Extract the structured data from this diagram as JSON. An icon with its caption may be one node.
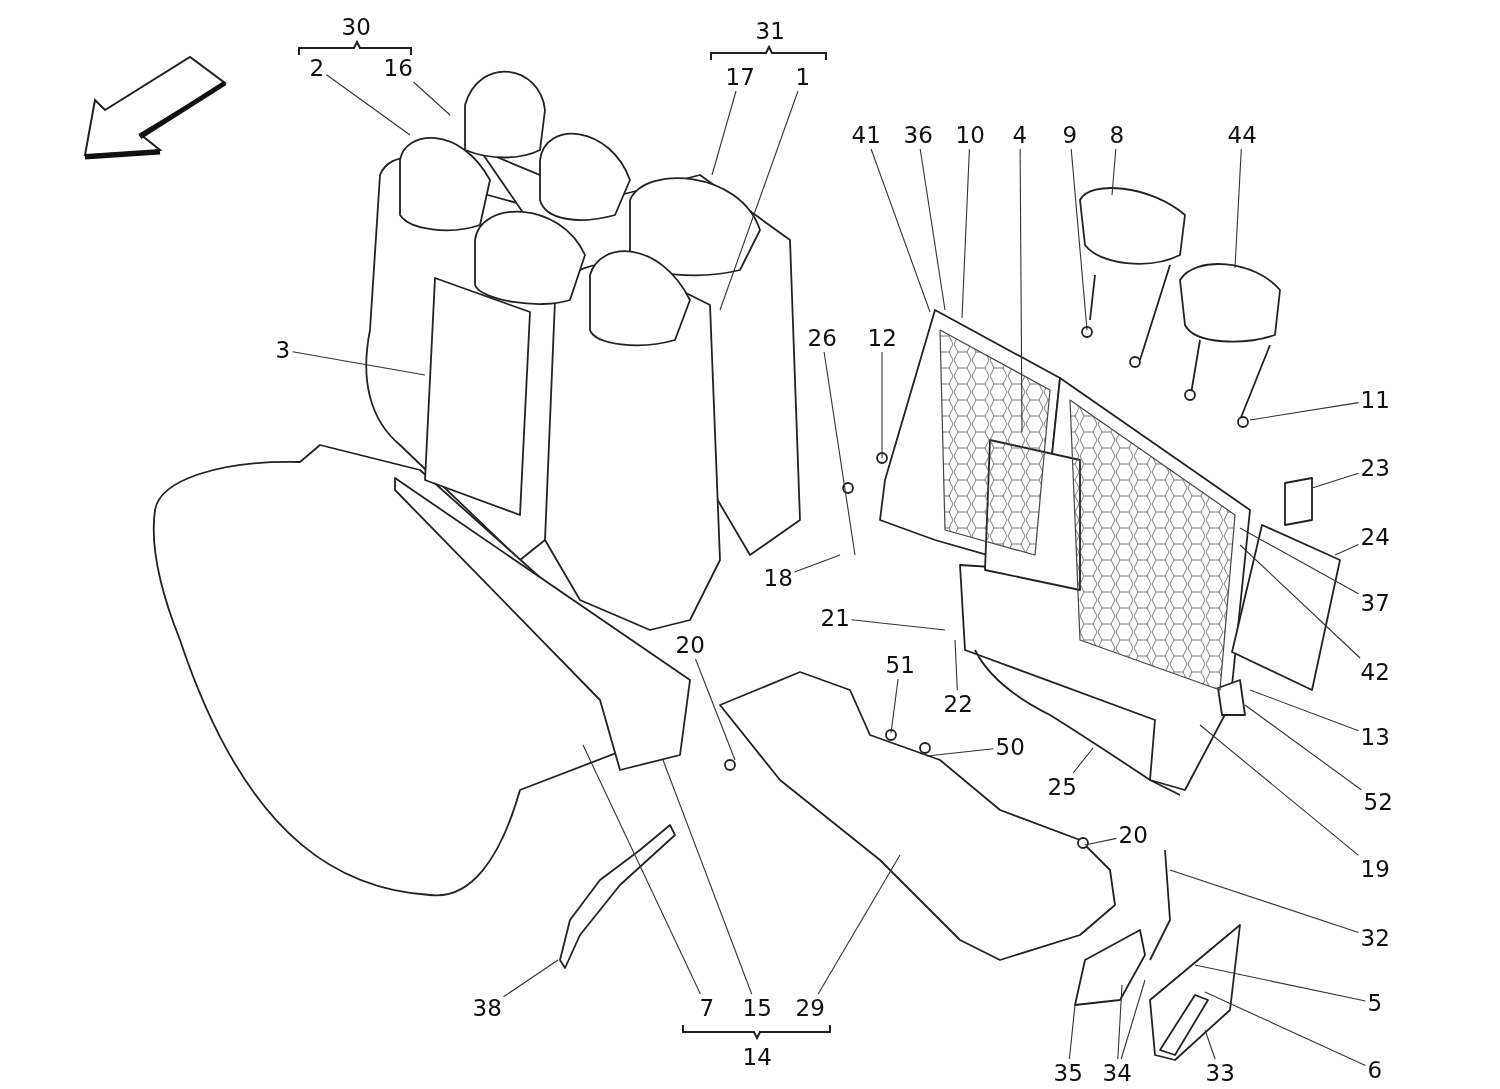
{
  "diagram": {
    "nodes": [
      {
        "text": [
          "2"
        ]
      },
      {
        "text": [
          "16"
        ]
      },
      {
        "text": [
          "17"
        ]
      },
      {
        "text": [
          "1"
        ]
      },
      {
        "text": [
          "41"
        ]
      },
      {
        "text": [
          "36"
        ]
      },
      {
        "text": [
          "10"
        ]
      },
      {
        "text": [
          "4"
        ]
      },
      {
        "text": [
          "9"
        ]
      },
      {
        "text": [
          "8"
        ]
      },
      {
        "text": [
          "44"
        ]
      },
      {
        "text": [
          "26"
        ]
      },
      {
        "text": [
          "12"
        ]
      },
      {
        "text": [
          "3"
        ]
      },
      {
        "text": [
          "11"
        ]
      },
      {
        "text": [
          "23"
        ]
      },
      {
        "text": [
          "24"
        ]
      },
      {
        "text": [
          "18"
        ]
      },
      {
        "text": [
          "37"
        ]
      },
      {
        "text": [
          "21"
        ]
      },
      {
        "text": [
          "20"
        ]
      },
      {
        "text": [
          "51"
        ]
      },
      {
        "text": [
          "42"
        ]
      },
      {
        "text": [
          "22"
        ]
      },
      {
        "text": [
          "13"
        ]
      },
      {
        "text": [
          "50"
        ]
      },
      {
        "text": [
          "25"
        ]
      },
      {
        "text": [
          "52"
        ]
      },
      {
        "text": [
          "20"
        ]
      },
      {
        "text": [
          "19"
        ]
      },
      {
        "text": [
          "32"
        ]
      },
      {
        "text": [
          "5"
        ]
      },
      {
        "text": [
          "38"
        ]
      },
      {
        "text": [
          "7"
        ]
      },
      {
        "text": [
          "15"
        ]
      },
      {
        "text": [
          "29"
        ]
      },
      {
        "text": [
          "35"
        ]
      },
      {
        "text": [
          "34"
        ]
      },
      {
        "text": [
          "33"
        ]
      },
      {
        "text": [
          "6"
        ]
      }
    ],
    "edges": [
      {
        "from": 0,
        "to": null,
        "arrow": "none"
      },
      {
        "from": 1,
        "to": null,
        "arrow": "none"
      },
      {
        "from": 2,
        "to": null,
        "arrow": "none"
      },
      {
        "from": 3,
        "to": null,
        "arrow": "none"
      },
      {
        "from": 4,
        "to": null,
        "arrow": "none"
      },
      {
        "from": 5,
        "to": null,
        "arrow": "none"
      },
      {
        "from": 6,
        "to": null,
        "arrow": "none"
      },
      {
        "from": 7,
        "to": null,
        "arrow": "none"
      },
      {
        "from": 8,
        "to": null,
        "arrow": "none"
      },
      {
        "from": 9,
        "to": null,
        "arrow": "none"
      },
      {
        "from": 10,
        "to": null,
        "arrow": "none"
      },
      {
        "from": 11,
        "to": null,
        "arrow": "none"
      },
      {
        "from": 12,
        "to": null,
        "arrow": "none"
      },
      {
        "from": 13,
        "to": null,
        "arrow": "none"
      },
      {
        "from": 14,
        "to": null,
        "arrow": "none"
      },
      {
        "from": 15,
        "to": null,
        "arrow": "none"
      },
      {
        "from": 16,
        "to": null,
        "arrow": "none"
      },
      {
        "from": 17,
        "to": null,
        "arrow": "none"
      },
      {
        "from": 18,
        "to": null,
        "arrow": "none"
      },
      {
        "from": 19,
        "to": null,
        "arrow": "none"
      },
      {
        "from": 20,
        "to": null,
        "arrow": "none"
      },
      {
        "from": 21,
        "to": null,
        "arrow": "none"
      },
      {
        "from": 22,
        "to": null,
        "arrow": "none"
      },
      {
        "from": 23,
        "to": null,
        "arrow": "none"
      },
      {
        "from": 24,
        "to": null,
        "arrow": "none"
      },
      {
        "from": 25,
        "to": null,
        "arrow": "none"
      },
      {
        "from": 26,
        "to": null,
        "arrow": "none"
      },
      {
        "from": 27,
        "to": null,
        "arrow": "none"
      },
      {
        "from": 28,
        "to": null,
        "arrow": "none"
      },
      {
        "from": 29,
        "to": null,
        "arrow": "none"
      },
      {
        "from": 30,
        "to": null,
        "arrow": "none"
      },
      {
        "from": 31,
        "to": null,
        "arrow": "none"
      },
      {
        "from": 32,
        "to": null,
        "arrow": "none"
      },
      {
        "from": 33,
        "to": null,
        "arrow": "none"
      },
      {
        "from": 34,
        "to": null,
        "arrow": "none"
      },
      {
        "from": 35,
        "to": null,
        "arrow": "none"
      },
      {
        "from": 36,
        "to": null,
        "arrow": "none"
      },
      {
        "from": 37,
        "to": null,
        "arrow": "none"
      },
      {
        "from": 37,
        "to": null,
        "arrow": "none"
      },
      {
        "from": 38,
        "to": null,
        "arrow": "none"
      },
      {
        "from": 39,
        "to": null,
        "arrow": "none"
      }
    ],
    "labels": [
      "30",
      "31",
      "14"
    ]
  }
}
